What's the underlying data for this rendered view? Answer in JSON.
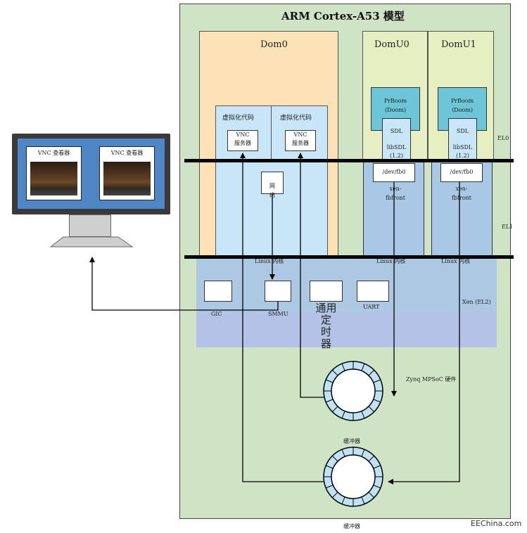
{
  "title": "ARM Cortex-A53 模型",
  "monitor": {
    "screens": [
      {
        "label": "VNC 查看器"
      },
      {
        "label": "VNC 查看器"
      }
    ],
    "colors": {
      "frame": "#3a3a3a",
      "inner": "#4f86c6",
      "stand": "#cfcfcf"
    }
  },
  "dom0": {
    "label": "Dom0",
    "virt_left": {
      "label": "虚拟化代码",
      "vnc": "VNC\n服务器"
    },
    "virt_right": {
      "label": "虚拟化代码",
      "vnc": "VNC\n服务器"
    },
    "net_label": "网\n络",
    "kernel": "Linux 内核"
  },
  "domU0": {
    "label": "DomU0",
    "prboom": "PrBoom\n(Doom)",
    "sdl": "SDL",
    "libsdl": "libSDL\n(1.2)",
    "fb": "/dev/fb0",
    "xen_fb": "xen-\nfbfront",
    "kernel": "Linux 内核"
  },
  "domU1": {
    "label": "DomU1",
    "prboom": "PrBoom\n(Doom)",
    "sdl": "SDL",
    "libsdl": "libSDL\n(1.2)",
    "fb": "/dev/fb0",
    "xen_fb": "xen-\nfbfront",
    "kernel": "Linux 内核"
  },
  "levels": {
    "el0": "EL0",
    "el1": "EL1"
  },
  "xen": {
    "label": "Xen (EL2)",
    "devices": [
      {
        "label": "GIC"
      },
      {
        "label": "SMMU"
      },
      {
        "label": "通用\n定\n时\n器"
      },
      {
        "label": "UART"
      }
    ]
  },
  "hw_label": "Zynq MPSoC 硬件",
  "buffers": [
    {
      "label": "缓冲器"
    },
    {
      "label": "缓冲器"
    }
  ],
  "watermark": "EEChina.com",
  "colors": {
    "outer": "#cfe4c4",
    "dom0": "#fde2b8",
    "domU": "#e6efc2",
    "virt": "#c8e6f8",
    "prboom": "#6cc6d8",
    "el1_box": "#a9c8e6",
    "xen": "#a8c4e6",
    "buffer": "#bfe3f5"
  }
}
